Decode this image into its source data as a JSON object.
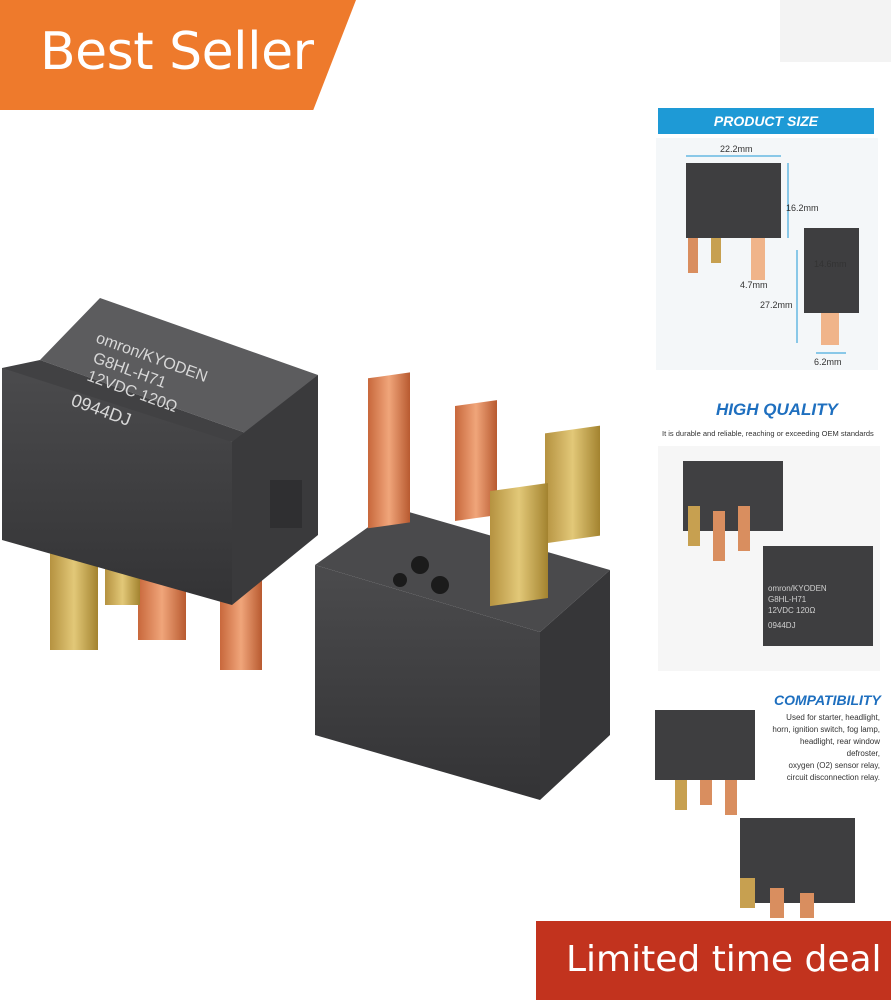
{
  "badges": {
    "best_seller": "Best Seller",
    "deal": "Limited time deal"
  },
  "relay_label": {
    "brand": "omron/KYODEN",
    "model": "G8HL-H71",
    "rating": "12VDC 120Ω",
    "code": "0944DJ"
  },
  "side_panel": {
    "size": {
      "title": "PRODUCT SIZE",
      "width": "22.2mm",
      "height": "16.2mm",
      "depth": "14.6mm",
      "pin": "4.7mm",
      "total_height": "27.2mm",
      "pin_width": "6.2mm"
    },
    "quality": {
      "title": "HIGH QUALITY",
      "text": "It is durable and reliable, reaching or exceeding OEM standards"
    },
    "compat": {
      "title": "COMPATIBILITY",
      "lines": [
        "Used for starter, headlight,",
        "horn, ignition switch, fog lamp,",
        "headlight, rear window defroster,",
        "oxygen (O2) sensor relay,",
        "circuit disconnection relay."
      ]
    }
  },
  "colors": {
    "best_seller_bg": "#ee7a2c",
    "deal_bg": "#c2331e",
    "accent_blue": "#1e9ad6"
  }
}
